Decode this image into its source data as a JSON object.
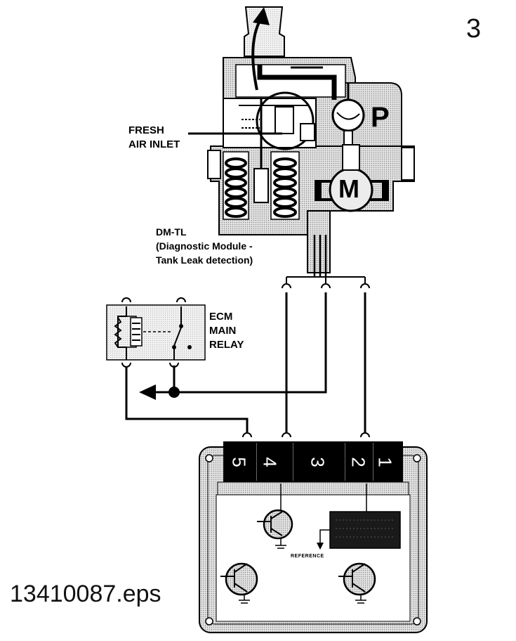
{
  "figure_number": "3",
  "file_code": "13410087.eps",
  "labels": {
    "fresh_air_inlet": [
      "FRESH",
      "AIR INLET"
    ],
    "dm_tl": [
      "DM-TL",
      "(Diagnostic Module -",
      "Tank Leak detection)"
    ],
    "ecm_main_relay": [
      "ECM",
      "MAIN",
      "RELAY"
    ]
  },
  "module_symbols": {
    "pump": "P",
    "motor": "M"
  },
  "ecm_connector_pins": [
    "5",
    "4",
    "3",
    "2",
    "1"
  ],
  "ecm_reference_label": "REFERENCE"
}
